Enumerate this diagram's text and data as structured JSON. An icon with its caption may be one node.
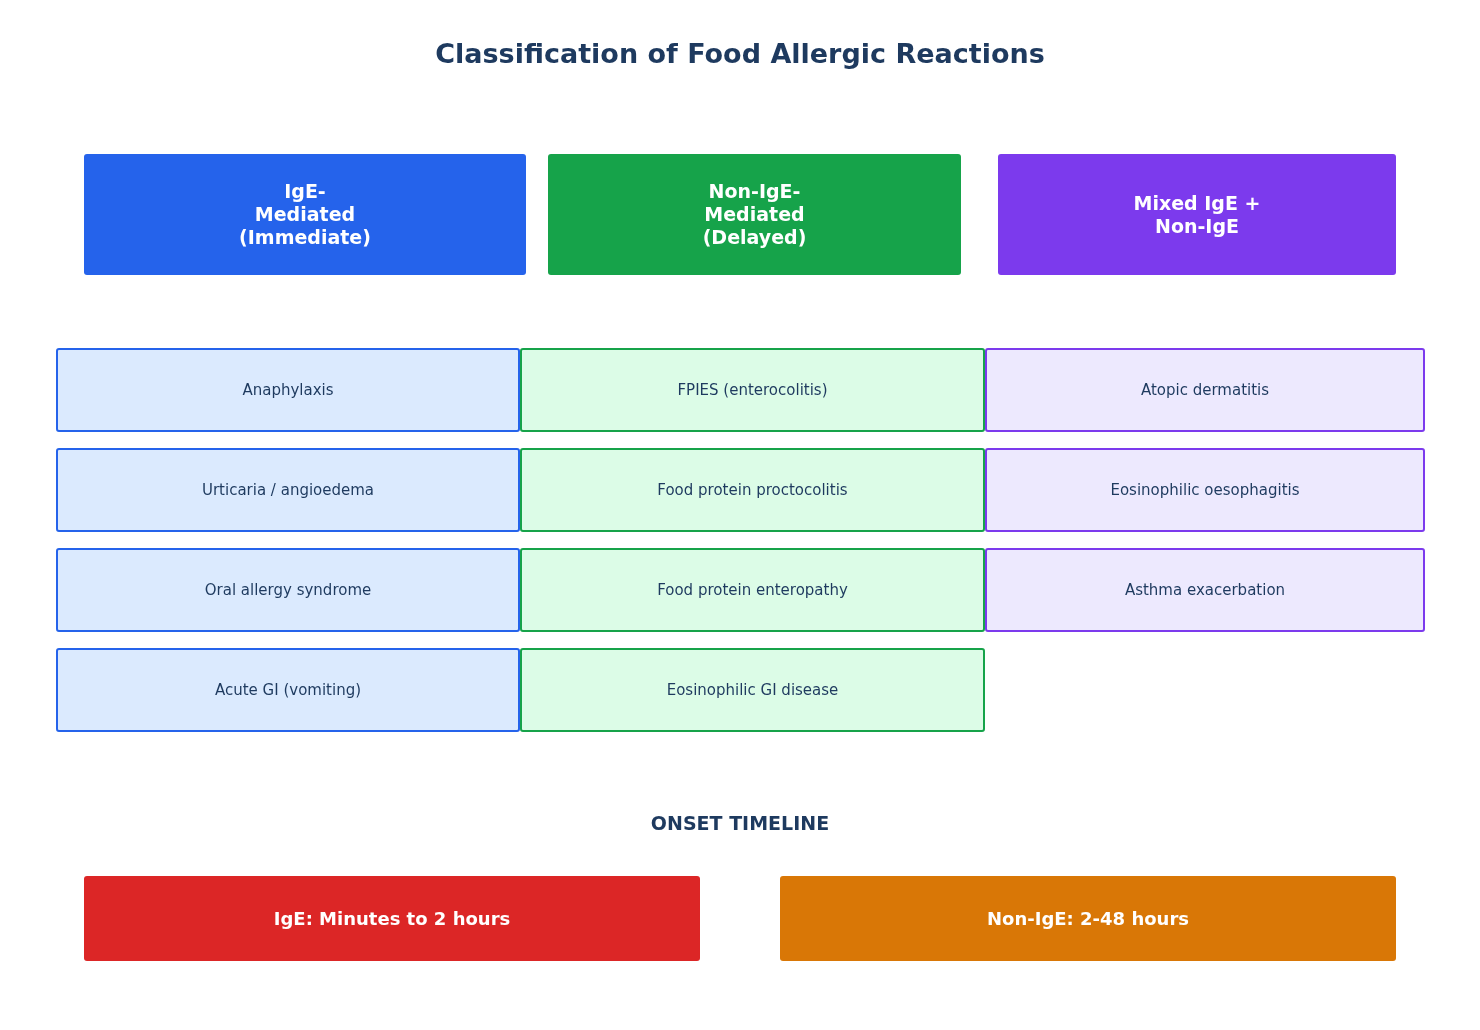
{
  "diagram": {
    "title": "Classification of Food Allergic Reactions",
    "nodes": [
      {
        "text": [
          "IgE-Mediated (Immediate)"
        ]
      },
      {
        "text": [
          "Non-IgE-Mediated (Delayed)"
        ]
      },
      {
        "text": [
          "Mixed IgE + Non-IgE"
        ]
      },
      {
        "text": [
          "Anaphylaxis"
        ]
      },
      {
        "text": [
          "FPIES (enterocolitis)"
        ]
      },
      {
        "text": [
          "Atopic dermatitis"
        ]
      },
      {
        "text": [
          "Urticaria / angioedema"
        ]
      },
      {
        "text": [
          "Food protein proctocolitis"
        ]
      },
      {
        "text": [
          "Eosinophilic oesophagitis"
        ]
      },
      {
        "text": [
          "Oral allergy syndrome"
        ]
      },
      {
        "text": [
          "Food protein enteropathy"
        ]
      },
      {
        "text": [
          "Asthma exacerbation"
        ]
      },
      {
        "text": [
          "Acute GI (vomiting)"
        ]
      },
      {
        "text": [
          "Eosinophilic GI disease"
        ]
      },
      {
        "text": [
          "IgE: Minutes to 2 hours"
        ]
      },
      {
        "text": [
          "Non-IgE: 2-48 hours"
        ]
      }
    ],
    "edges": [],
    "labels": [
      "ONSET TIMELINE"
    ]
  }
}
